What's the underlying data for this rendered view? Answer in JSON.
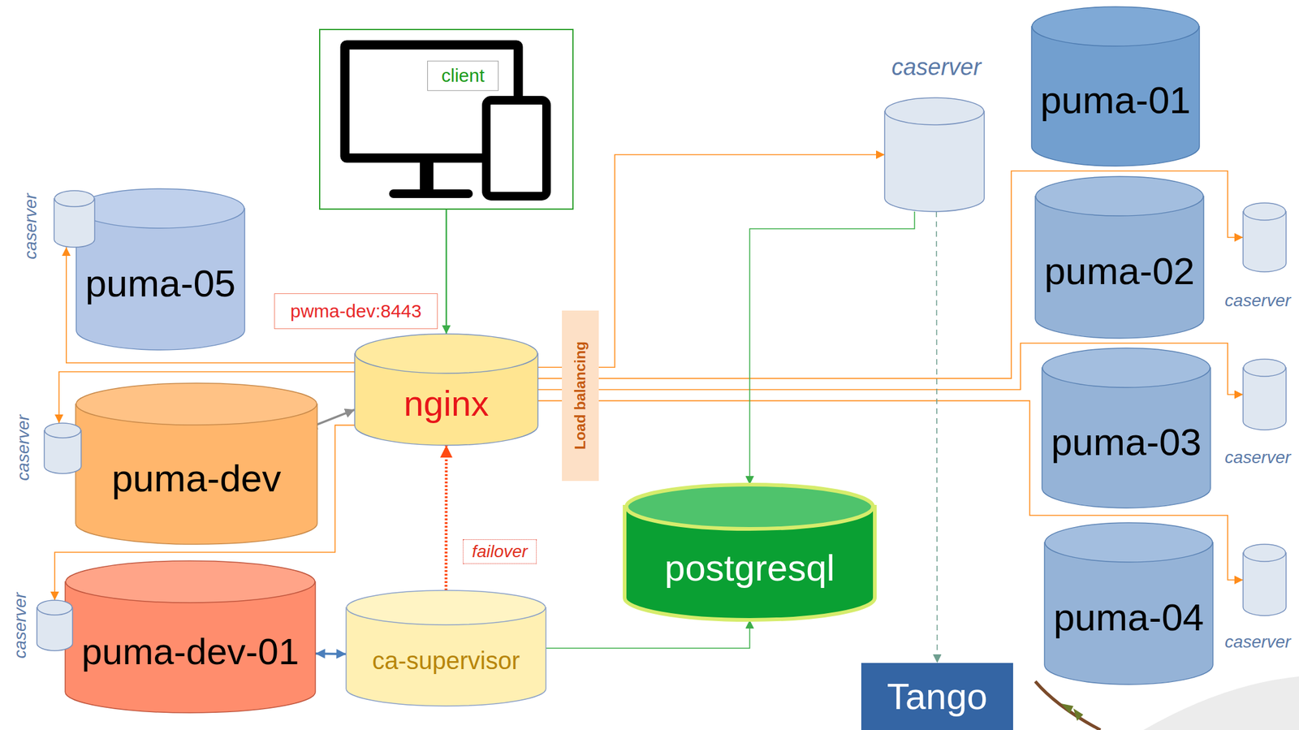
{
  "diagram": {
    "nodes": [
      {
        "text": [
          "client"
        ]
      },
      {
        "text": [
          "caserver"
        ]
      },
      {
        "text": [
          "puma-01"
        ]
      },
      {
        "text": [
          "caserver"
        ]
      },
      {
        "text": [
          "puma-05"
        ]
      },
      {
        "text": [
          "puma-02"
        ]
      },
      {
        "text": [
          "caserver"
        ]
      },
      {
        "text": [
          "pwma-dev:8443"
        ]
      },
      {
        "text": [
          "nginx"
        ]
      },
      {
        "text": [
          "Load balancing"
        ]
      },
      {
        "text": [
          "caserver"
        ]
      },
      {
        "text": [
          "puma-dev"
        ]
      },
      {
        "text": [
          "puma-03"
        ]
      },
      {
        "text": [
          "caserver"
        ]
      },
      {
        "text": [
          "postgresql"
        ]
      },
      {
        "text": [
          "caserver"
        ]
      },
      {
        "text": [
          "puma-dev-01"
        ]
      },
      {
        "text": [
          "ca-supervisor"
        ]
      },
      {
        "text": [
          "puma-04"
        ]
      },
      {
        "text": [
          "caserver"
        ]
      },
      {
        "text": [
          "Tango"
        ]
      }
    ],
    "edges": [
      {
        "from": 0,
        "to": 8,
        "arrow": "to"
      },
      {
        "from": 8,
        "to": 1,
        "arrow": "to"
      },
      {
        "from": 8,
        "to": 3,
        "arrow": "to"
      },
      {
        "from": 8,
        "to": 6,
        "arrow": "to"
      },
      {
        "from": 8,
        "to": 13,
        "arrow": "to"
      },
      {
        "from": 8,
        "to": 19,
        "arrow": "to"
      },
      {
        "from": 8,
        "to": 10,
        "arrow": "to"
      },
      {
        "from": 8,
        "to": 15,
        "arrow": "to"
      },
      {
        "from": 11,
        "to": 8,
        "arrow": "both"
      },
      {
        "from": 17,
        "to": 8,
        "arrow": "to",
        "label": "failover"
      },
      {
        "from": 16,
        "to": 17,
        "arrow": "both"
      },
      {
        "from": 17,
        "to": 14,
        "arrow": "to"
      },
      {
        "from": 1,
        "to": 14,
        "arrow": "to"
      },
      {
        "from": 1,
        "to": 20,
        "arrow": "to"
      }
    ]
  }
}
